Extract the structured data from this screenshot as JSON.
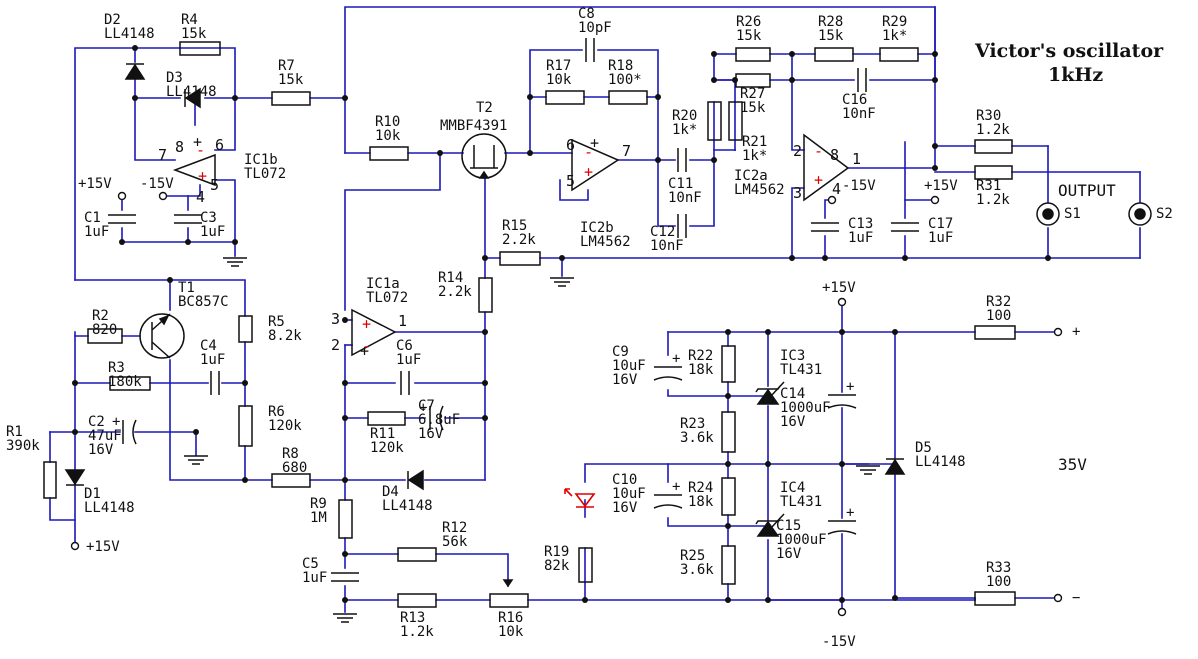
{
  "title": {
    "line1": "Victor's oscillator",
    "line2": "1kHz"
  },
  "voltage_note": "35V",
  "output_label": "OUTPUT",
  "rails": {
    "pos": "+15V",
    "neg": "-15V"
  },
  "terminals": {
    "plus": "+",
    "minus": "−"
  },
  "connectors": [
    "S1",
    "S2"
  ],
  "chips": {
    "ic1b": [
      "IC1b",
      "TL072"
    ],
    "ic1a": [
      "IC1a",
      "TL072"
    ],
    "ic2b": [
      "IC2b",
      "LM4562"
    ],
    "ic2a": [
      "IC2a",
      "LM4562"
    ],
    "ic3": [
      "IC3",
      "TL431"
    ],
    "ic4": [
      "IC4",
      "TL431"
    ]
  },
  "transistors": {
    "t1": [
      "T1",
      "BC857C"
    ],
    "t2": [
      "T2",
      "MMBF4391"
    ]
  },
  "diodes": {
    "d1": [
      "D1",
      "LL4148"
    ],
    "d2": [
      "D2",
      "LL4148"
    ],
    "d3": [
      "D3",
      "LL4148"
    ],
    "d4": [
      "D4",
      "LL4148"
    ],
    "d5": [
      "D5",
      "LL4148"
    ]
  },
  "resistors": {
    "r1": [
      "R1",
      "390k"
    ],
    "r2": [
      "R2",
      "820"
    ],
    "r3": [
      "R3",
      "180k"
    ],
    "r4": [
      "R4",
      "15k"
    ],
    "r5": [
      "R5",
      "8.2k"
    ],
    "r6": [
      "R6",
      "120k"
    ],
    "r7": [
      "R7",
      "15k"
    ],
    "r8": [
      "R8",
      "680"
    ],
    "r9": [
      "R9",
      "1M"
    ],
    "r10": [
      "R10",
      "10k"
    ],
    "r11": [
      "R11",
      "120k"
    ],
    "r12": [
      "R12",
      "56k"
    ],
    "r13": [
      "R13",
      "1.2k"
    ],
    "r14": [
      "R14",
      "2.2k"
    ],
    "r15": [
      "R15",
      "2.2k"
    ],
    "r16": [
      "R16",
      "10k"
    ],
    "r17": [
      "R17",
      "10k"
    ],
    "r18": [
      "R18",
      "100*"
    ],
    "r19": [
      "R19",
      "82k"
    ],
    "r20": [
      "R20",
      "1k*"
    ],
    "r21": [
      "R21",
      "1k*"
    ],
    "r22": [
      "R22",
      "18k"
    ],
    "r23": [
      "R23",
      "3.6k"
    ],
    "r24": [
      "R24",
      "18k"
    ],
    "r25": [
      "R25",
      "3.6k"
    ],
    "r26": [
      "R26",
      "15k"
    ],
    "r27": [
      "R27",
      "15k"
    ],
    "r28": [
      "R28",
      "15k"
    ],
    "r29": [
      "R29",
      "1k*"
    ],
    "r30": [
      "R30",
      "1.2k"
    ],
    "r31": [
      "R31",
      "1.2k"
    ],
    "r32": [
      "R32",
      "100"
    ],
    "r33": [
      "R33",
      "100"
    ]
  },
  "capacitors": {
    "c1": [
      "C1",
      "1uF"
    ],
    "c2": [
      "C2",
      "47uF",
      "16V"
    ],
    "c3": [
      "C3",
      "1uF"
    ],
    "c4": [
      "C4",
      "1uF"
    ],
    "c5": [
      "C5",
      "1uF"
    ],
    "c6": [
      "C6",
      "1uF"
    ],
    "c7": [
      "C7",
      "6.8uF",
      "16V"
    ],
    "c8": [
      "C8",
      "10pF"
    ],
    "c9": [
      "C9",
      "10uF",
      "16V"
    ],
    "c10": [
      "C10",
      "10uF",
      "16V"
    ],
    "c11": [
      "C11",
      "10nF"
    ],
    "c12": [
      "C12",
      "10nF"
    ],
    "c13": [
      "C13",
      "1uF"
    ],
    "c14": [
      "C14",
      "1000uF",
      "16V"
    ],
    "c15": [
      "C15",
      "1000uF",
      "16V"
    ],
    "c16": [
      "C16",
      "10nF"
    ],
    "c17": [
      "C17",
      "1uF"
    ]
  },
  "pins": {
    "ic1b": [
      "7",
      "8",
      "+",
      "6",
      "5",
      "4"
    ],
    "ic1a": [
      "3",
      "2",
      "1",
      "+"
    ],
    "ic2b": [
      "6",
      "5",
      "7",
      "+"
    ],
    "ic2a": [
      "2",
      "8",
      "1",
      "3",
      "4"
    ]
  }
}
